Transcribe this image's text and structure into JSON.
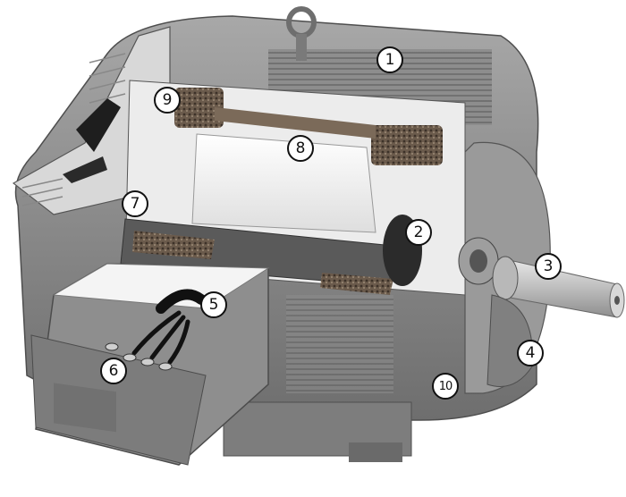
{
  "callouts": [
    {
      "id": "1",
      "label": "1"
    },
    {
      "id": "2",
      "label": "2"
    },
    {
      "id": "3",
      "label": "3"
    },
    {
      "id": "4",
      "label": "4"
    },
    {
      "id": "5",
      "label": "5"
    },
    {
      "id": "6",
      "label": "6"
    },
    {
      "id": "7",
      "label": "7"
    },
    {
      "id": "8",
      "label": "8"
    },
    {
      "id": "9",
      "label": "9"
    },
    {
      "id": "10",
      "label": "10"
    }
  ],
  "colors": {
    "housing": "#8c8c8c",
    "housing_dark": "#5f5f5f",
    "housing_light": "#b4b4b4",
    "interior": "#f2f2f2",
    "winding": "#7a6a5a",
    "shaft": "#c9c9c9"
  }
}
